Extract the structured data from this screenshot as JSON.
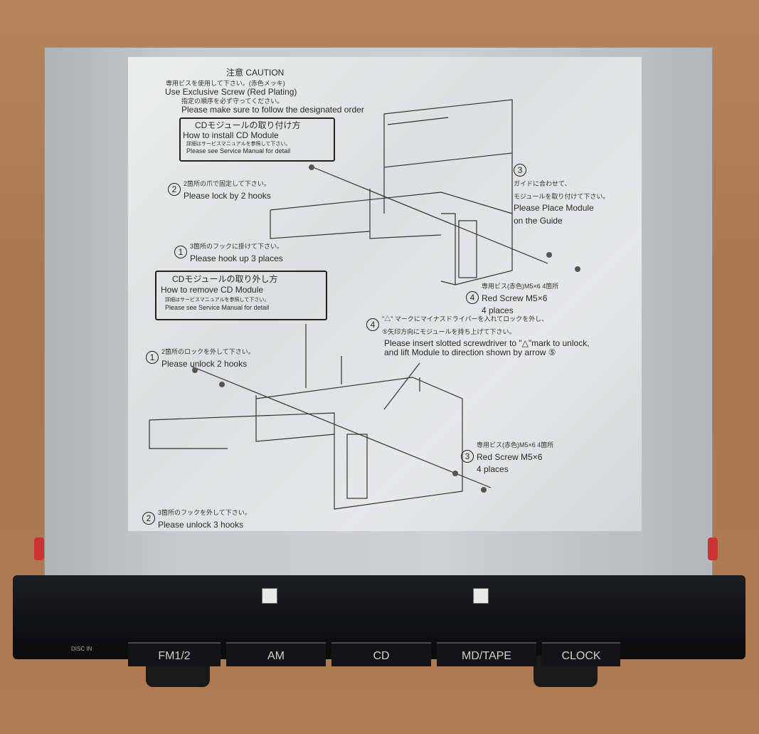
{
  "caution": {
    "title": "注意 CAUTION",
    "jp1": "専用ビスを使用して下さい。(赤色メッキ)",
    "en1": "Use Exclusive Screw (Red Plating)",
    "jp2": "指定の順序を必ず守ってください。",
    "en2": "Please make sure to follow the designated order"
  },
  "install": {
    "box_jp": "CDモジュールの取り付け方",
    "box_en": "How to install CD Module",
    "box_note_jp": "詳細はサービスマニュアルを参照して下さい。",
    "box_note_en": "Please see Service Manual for detail",
    "step1_num": "1",
    "step1_jp": "3箇所のフックに掛けて下さい。",
    "step1_en": "Please hook up 3 places",
    "step2_num": "2",
    "step2_jp": "2箇所の爪で固定して下さい。",
    "step2_en": "Please lock by 2 hooks",
    "step3_num": "3",
    "step3_jp1": "ガイドに合わせて、",
    "step3_jp2": "モジュールを取り付けて下さい。",
    "step3_en1": "Please Place Module",
    "step3_en2": "on the Guide",
    "step4_num": "4",
    "step4_jp": "専用ビス(赤色)M5×6  4箇所",
    "step4_en1": "Red Screw M5×6",
    "step4_en2": "4 places"
  },
  "remove": {
    "box_jp": "CDモジュールの取り外し方",
    "box_en": "How to remove CD Module",
    "box_note_jp": "詳細はサービスマニュアルを参照して下さい。",
    "box_note_en": "Please see Service Manual for detail",
    "step1_num": "1",
    "step1_jp": "2箇所のロックを外して下さい。",
    "step1_en": "Please unlock 2 hooks",
    "step2_num": "2",
    "step2_jp": "3箇所のフックを外して下さい。",
    "step2_en": "Please unlock 3 hooks",
    "step3_num": "3",
    "step3_jp": "専用ビス(赤色)M5×6  4箇所",
    "step3_en1": "Red Screw M5×6",
    "step3_en2": "4 places",
    "step4_num": "4",
    "step4_jp1": "\"△\" マークにマイナスドライバーを入れてロックを外し、",
    "step4_jp2": "⑤矢印方向にモジュールを持ち上げて下さい。",
    "step4_en1": "Please insert slotted screwdriver to \"△\"mark to unlock,",
    "step4_en2": "and lift Module to direction shown by arrow ⑤"
  },
  "front_panel": {
    "disc_in": "DISC IN",
    "buttons": [
      "FM1/2",
      "AM",
      "CD",
      "MD/TAPE",
      "CLOCK"
    ]
  }
}
